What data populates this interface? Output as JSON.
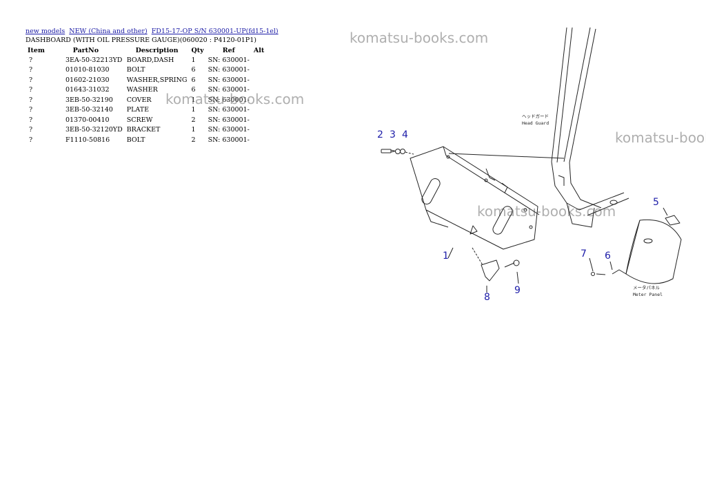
{
  "breadcrumb": [
    {
      "label": "new models"
    },
    {
      "label": "NEW (China and other)"
    },
    {
      "label": "FD15-17-OP S/N 630001-UP(fd15-1el)"
    }
  ],
  "page_title": "DASHBOARD (WITH OIL PRESSURE GAUGE)(060020 : P4120-01P1)",
  "table": {
    "headers": {
      "item": "Item",
      "partno": "PartNo",
      "description": "Description",
      "qty": "Qty",
      "ref": "Ref",
      "alt": "Alt"
    },
    "rows": [
      {
        "item": "?",
        "partno": "3EA-50-32213YD",
        "description": "BOARD,DASH",
        "qty": "1",
        "ref": "SN: 630001-"
      },
      {
        "item": "?",
        "partno": "01010-81030",
        "description": "BOLT",
        "qty": "6",
        "ref": "SN: 630001-"
      },
      {
        "item": "?",
        "partno": "01602-21030",
        "description": "WASHER,SPRING",
        "qty": "6",
        "ref": "SN: 630001-"
      },
      {
        "item": "?",
        "partno": "01643-31032",
        "description": "WASHER",
        "qty": "6",
        "ref": "SN: 630001-"
      },
      {
        "item": "?",
        "partno": "3EB-50-32190",
        "description": "COVER",
        "qty": "1",
        "ref": "SN: 630001-"
      },
      {
        "item": "?",
        "partno": "3EB-50-32140",
        "description": "PLATE",
        "qty": "1",
        "ref": "SN: 630001-"
      },
      {
        "item": "?",
        "partno": "01370-00410",
        "description": "SCREW",
        "qty": "2",
        "ref": "SN: 630001-"
      },
      {
        "item": "?",
        "partno": "3EB-50-32120YD",
        "description": "BRACKET",
        "qty": "1",
        "ref": "SN: 630001-"
      },
      {
        "item": "?",
        "partno": "F1110-50816",
        "description": "BOLT",
        "qty": "2",
        "ref": "SN: 630001-"
      }
    ]
  },
  "watermark": "komatsu-books.com",
  "diagram": {
    "callouts": [
      "1",
      "2",
      "3",
      "4",
      "5",
      "6",
      "7",
      "8",
      "9"
    ],
    "head_guard_jp": "ヘッドガード",
    "head_guard_en": "Head Guard",
    "meter_panel_jp": "メータパネル",
    "meter_panel_en": "Meter Panel"
  },
  "colors": {
    "link": "#1a1aa6",
    "callout": "#1c1ca8",
    "watermark": "#8a8a8a"
  }
}
